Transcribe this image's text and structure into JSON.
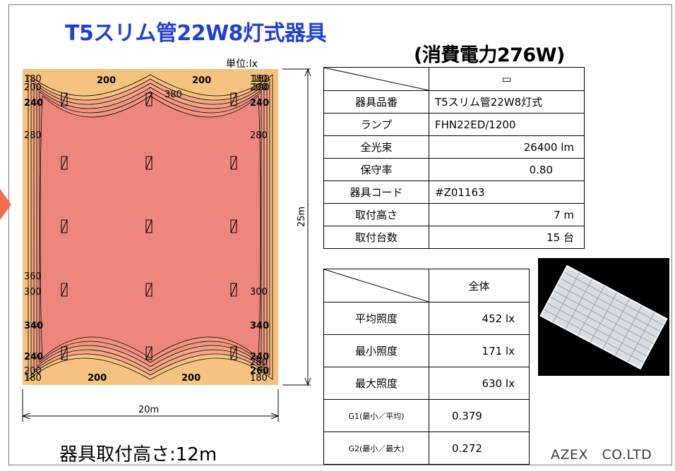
{
  "title": "T5スリム管22W8灯式器具",
  "power": "(消費電力276W)",
  "unit_label": "単位:lx",
  "dims": {
    "width": "20m",
    "height": "25m"
  },
  "mount_height_note": "器具取付高さ:12m",
  "company": "AZEX　CO.LTD",
  "contour_labels": {
    "top": [
      "200",
      "200",
      "380",
      "180",
      "200"
    ],
    "left": [
      "180",
      "200",
      "240",
      "280",
      "360",
      "300",
      "340",
      "240",
      "200",
      "180"
    ],
    "right": [
      "180",
      "200",
      "240",
      "280",
      "300",
      "340",
      "240",
      "280",
      "260",
      "180"
    ],
    "bottom": [
      "200",
      "200"
    ]
  },
  "spec_table": {
    "header_symbol": "▭",
    "rows": [
      {
        "label": "器具品番",
        "value": "T5スリム管22W8灯式"
      },
      {
        "label": "ランプ",
        "value": "FHN22ED/1200"
      },
      {
        "label": "全光束",
        "value": "26400 lm"
      },
      {
        "label": "保守率",
        "value": "0.80"
      },
      {
        "label": "器具コード",
        "value": "#Z01163"
      },
      {
        "label": "取付高さ",
        "value": "7 m"
      },
      {
        "label": "取付台数",
        "value": "15 台"
      }
    ]
  },
  "result_table": {
    "header": "全体",
    "rows": [
      {
        "label": "平均照度",
        "value": "452 lx"
      },
      {
        "label": "最小照度",
        "value": "171 lx"
      },
      {
        "label": "最大照度",
        "value": "630 lx"
      },
      {
        "label": "G1(最小／平均)",
        "value": "0.379"
      },
      {
        "label": "G2(最小／最大)",
        "value": "0.272"
      }
    ]
  },
  "colors": {
    "title": "#1f3fd6",
    "plot_fill": "#ee8680",
    "plot_edge": "#f6c27f",
    "arrow": "#f26d4f"
  }
}
